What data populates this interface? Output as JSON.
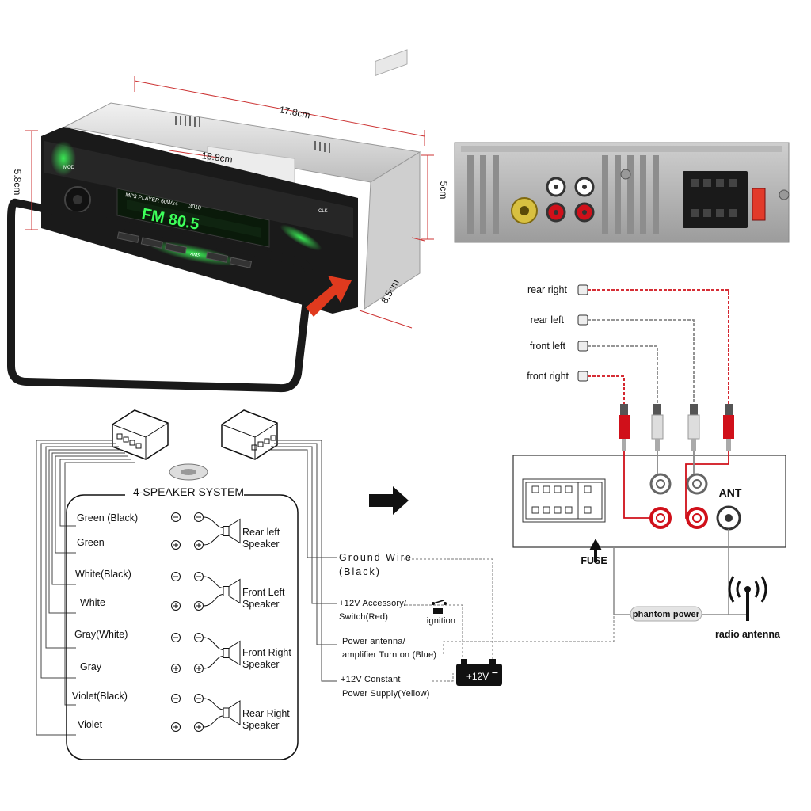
{
  "dimensions": {
    "length": "17.8cm",
    "front_width": "18.8cm",
    "height": "5.8cm",
    "depth": "8.5cm",
    "body_height": "5cm"
  },
  "faceplate": {
    "model_text": "MP3 PLAYER 60Wx4",
    "model_number": "3010",
    "display_text": "FM  80.5",
    "preset_label": "AMS",
    "button_clk": "CLK",
    "button_mode": "MOD"
  },
  "rca_outputs": [
    "rear right",
    "rear left",
    "front left",
    "front right"
  ],
  "connection": {
    "ant_label": "ANT",
    "fuse_label": "FUSE",
    "phantom_power": "phantom power",
    "radio_antenna": "radio antenna"
  },
  "speaker_system": {
    "title": "4-SPEAKER SYSTEM",
    "wires": [
      "Green (Black)",
      "Green",
      "White(Black)",
      "White",
      "Gray(White)",
      "Gray",
      "Violet(Black)",
      "Violet"
    ],
    "speakers": [
      {
        "line1": "Rear left",
        "line2": "Speaker"
      },
      {
        "line1": "Front Left",
        "line2": "Speaker"
      },
      {
        "line1": "Front Right",
        "line2": "Speaker"
      },
      {
        "line1": "Rear Right",
        "line2": "Speaker"
      }
    ]
  },
  "power": {
    "ground_line1": "Ground Wire",
    "ground_line2": "(Black)",
    "acc_line1": "+12V Accessory/",
    "acc_line2": "Switch(Red)",
    "ignition": "ignition",
    "pa_line1": "Power antenna/",
    "pa_line2": "amplifier Turn on (Blue)",
    "const_line1": "+12V Constant",
    "const_line2": "Power Supply(Yellow)",
    "battery": "+12V"
  },
  "colors": {
    "red_wire": "#d0101a",
    "gray_wire": "#888888",
    "dimension_line": "#cc3333",
    "arrow": "#e03a1e",
    "display_green": "#3dff5a"
  }
}
